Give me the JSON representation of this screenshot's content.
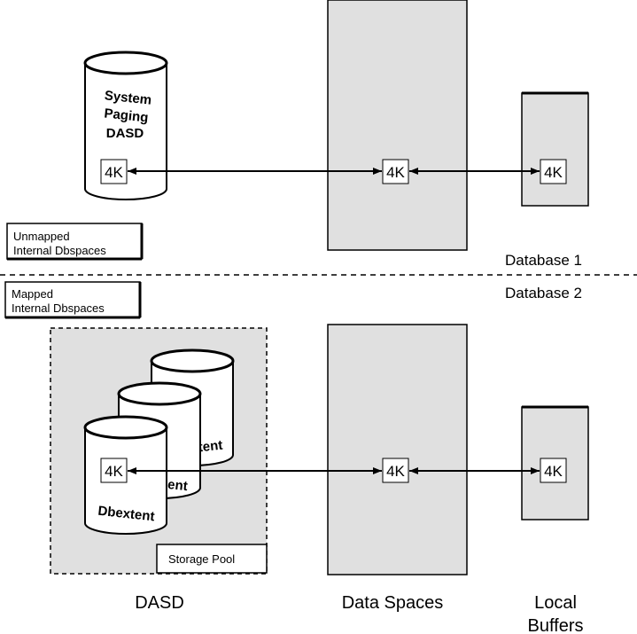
{
  "database1": {
    "label": "Database 1",
    "unmapped_box": {
      "line1": "Unmapped",
      "line2": "Internal Dbspaces"
    },
    "paging_dasd": {
      "line1": "System",
      "line2": "Paging",
      "line3": "DASD"
    }
  },
  "database2": {
    "label": "Database 2",
    "mapped_box": {
      "line1": "Mapped",
      "line2": "Internal Dbspaces"
    },
    "dbextent_label": "Dbextent",
    "dbextent_partial_1": "ent",
    "dbextent_partial_2": "tent",
    "storage_pool_label": "Storage Pool"
  },
  "page_size_label": "4K",
  "columns": {
    "dasd": "DASD",
    "data_spaces": "Data Spaces",
    "local_buffers_line1": "Local",
    "local_buffers_line2": "Buffers"
  },
  "colors": {
    "panel_fill": "#e0e0e0",
    "line": "#000000",
    "background": "#ffffff"
  }
}
